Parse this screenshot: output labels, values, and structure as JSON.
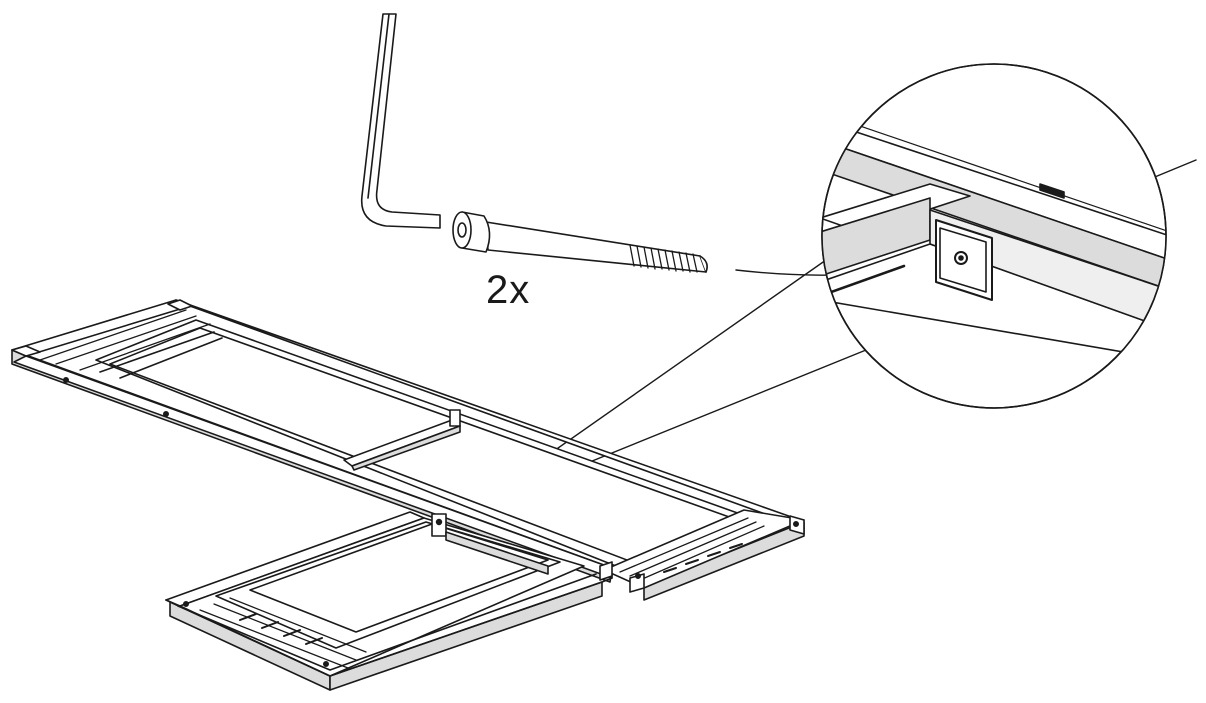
{
  "figure": {
    "quantity_label": "2x",
    "hardware": [
      "allen-key",
      "socket-head-bolt"
    ],
    "assembly": "cross-shaped-bed-frame",
    "detail_view": "bolt-into-center-bracket",
    "colors": {
      "line": "#1a1a1a",
      "fill": "#ffffff",
      "shade": "#dcdcdc",
      "rail": "#efefef"
    }
  }
}
